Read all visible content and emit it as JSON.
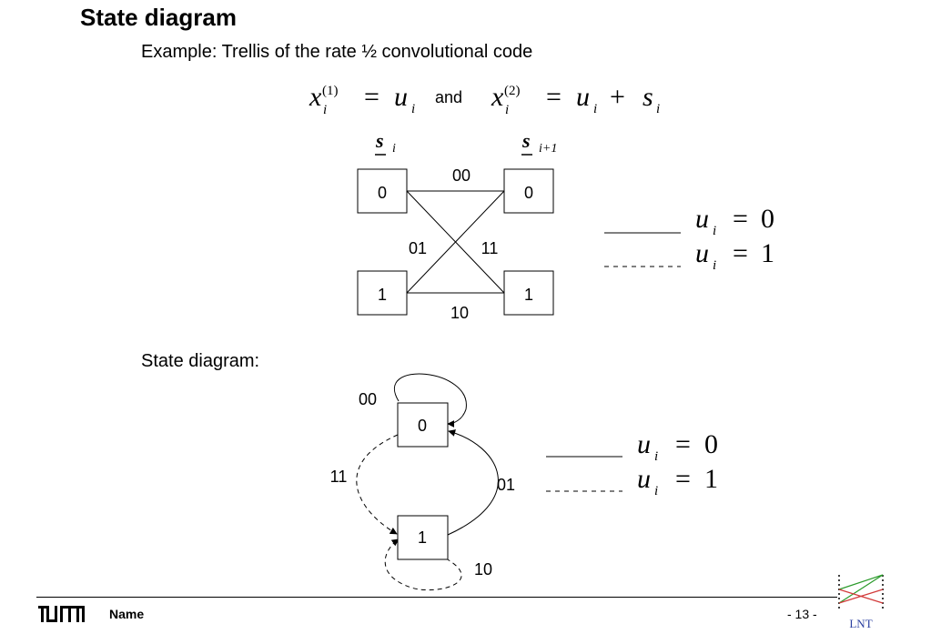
{
  "slide": {
    "title": "State diagram",
    "subtitle": "Example: Trellis of the rate ½ convolutional code",
    "state_diagram_label": "State diagram:"
  },
  "equation": {
    "and_word": "and"
  },
  "trellis": {
    "col_left_label": "s",
    "col_left_sub": "i",
    "col_right_label": "s",
    "col_right_sub": "i+1",
    "states": [
      "0",
      "1"
    ],
    "edge_labels": {
      "e00": "00",
      "e01": "01",
      "e11": "11",
      "e10": "10"
    }
  },
  "state_diagram": {
    "states": [
      "0",
      "1"
    ],
    "edge_labels": {
      "self0": "00",
      "from0to1": "11",
      "from1to0": "01",
      "self1": "10"
    }
  },
  "legend": {
    "solid_meaning": "u_i = 0",
    "dashed_meaning": "u_i = 1"
  },
  "footer": {
    "name": "Name",
    "page": "- 13 -",
    "logo_right": "LNT"
  }
}
